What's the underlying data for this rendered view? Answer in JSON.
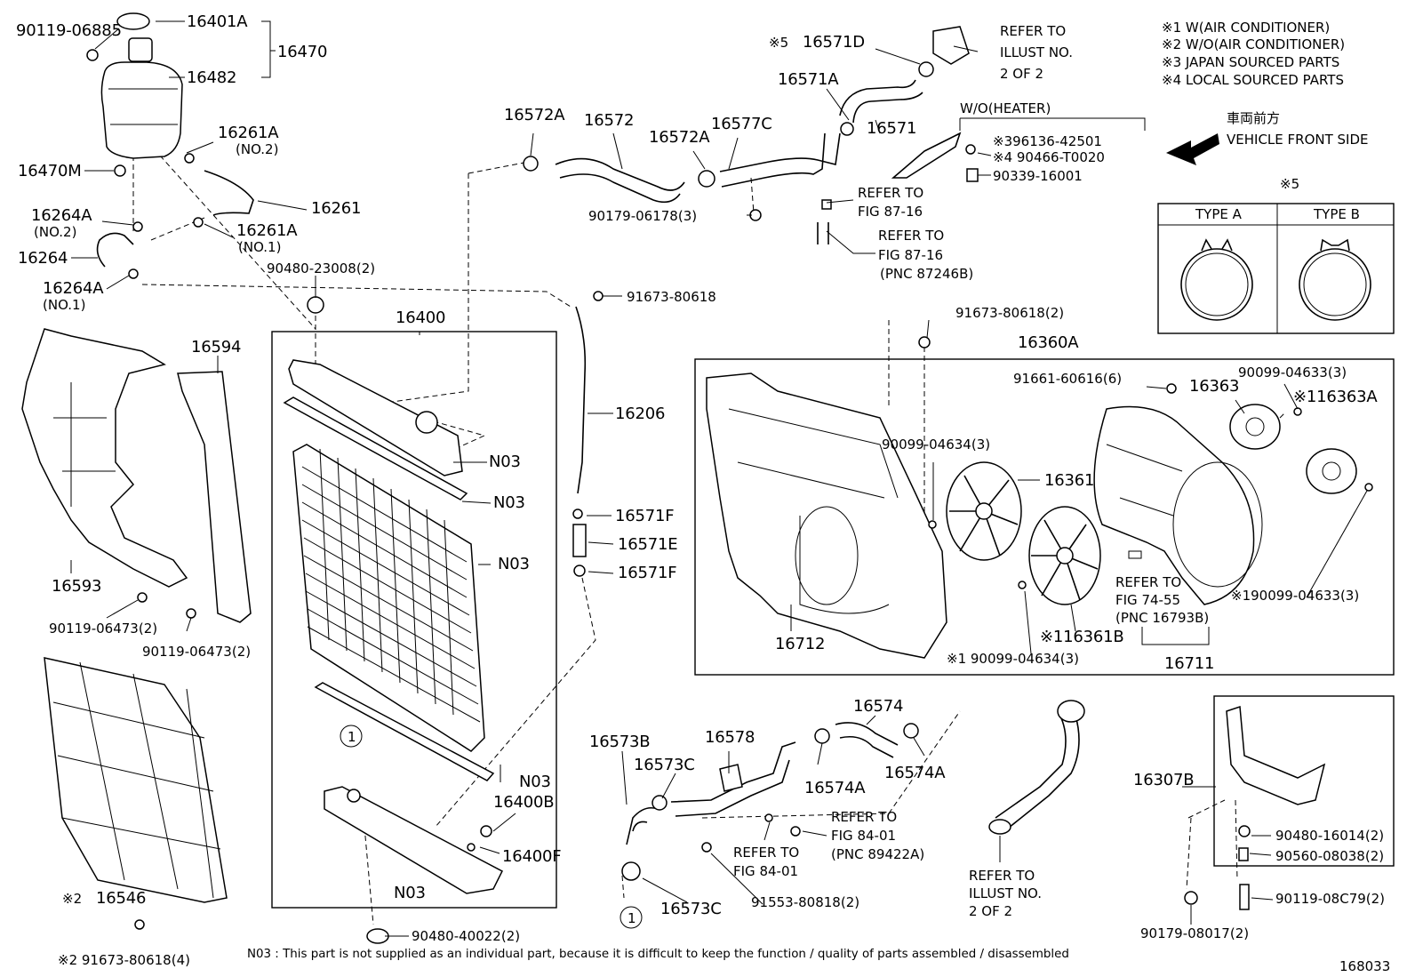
{
  "labels": {
    "p_90119_06885": "90119-06885",
    "p_16401A": "16401A",
    "p_16470": "16470",
    "p_16482": "16482",
    "p_16261A_1": "16261A",
    "p_no2_a": "(NO.2)",
    "p_16470M": "16470M",
    "p_16264A_1": "16264A",
    "p_no2_b": "(NO.2)",
    "p_16264": "16264",
    "p_16264A_2": "16264A",
    "p_no1_a": "(NO.1)",
    "p_16261": "16261",
    "p_16261A_2": "16261A",
    "p_no1_b": "(NO.1)",
    "p_90480_23008": "90480-23008(2)",
    "p_16572A_1": "16572A",
    "p_16572": "16572",
    "p_16572A_2": "16572A",
    "p_16577C": "16577C",
    "p_90179_06178": "90179-06178(3)",
    "p_ref5": "※5",
    "p_16571D": "16571D",
    "p_16571A": "16571A",
    "p_16571": "16571",
    "p_refer_illust1_a": "REFER TO",
    "p_refer_illust1_b": "ILLUST NO.",
    "p_refer_illust1_c": "2 OF 2",
    "p_wo_heater": "W/O(HEATER)",
    "p_96136": "※396136-42501",
    "p_90466": "※4 90466-T0020",
    "p_90339": "90339-16001",
    "p_ref8716a_a": "REFER TO",
    "p_ref8716a_b": "FIG 87-16",
    "p_ref8716b_a": "REFER TO",
    "p_ref8716b_b": "FIG 87-16",
    "p_ref8716b_c": "(PNC 87246B)",
    "p_note1": "※1 W(AIR CONDITIONER)",
    "p_note2": "※2 W/O(AIR CONDITIONER)",
    "p_note3": "※3 JAPAN SOURCED PARTS",
    "p_note4": "※4 LOCAL SOURCED PARTS",
    "p_jp_front": "車両前方",
    "p_vehicle_front": "VEHICLE FRONT SIDE",
    "p_star5_types": "※5",
    "p_type_a": "TYPE A",
    "p_type_b": "TYPE B",
    "p_91673_80618_a": "91673-80618",
    "p_16400": "16400",
    "p_16594": "16594",
    "p_16206": "16206",
    "p_n03_1": "N03",
    "p_n03_2": "N03",
    "p_n03_3": "N03",
    "p_16571F_1": "16571F",
    "p_16571E": "16571E",
    "p_16571F_2": "16571F",
    "p_16593": "16593",
    "p_90119_06473_a": "90119-06473(2)",
    "p_90119_06473_b": "90119-06473(2)",
    "p_91673_80618_2": "91673-80618(2)",
    "p_16360A": "16360A",
    "p_91661": "91661-60616(6)",
    "p_16363": "16363",
    "p_90099_04633_a": "90099-04633(3)",
    "p_16363A": "※116363A",
    "p_90099_04634_a": "90099-04634(3)",
    "p_16361": "16361",
    "p_ref7455_a": "REFER TO",
    "p_ref7455_b": "FIG 74-55",
    "p_ref7455_c": "(PNC 16793B)",
    "p_90099_04633_b": "※190099-04633(3)",
    "p_16712": "16712",
    "p_16361B": "※116361B",
    "p_90099_04634_b": "※1 90099-04634(3)",
    "p_16711": "16711",
    "p_n03_4": "N03",
    "p_16400B": "16400B",
    "p_16400F": "16400F",
    "p_n03_5": "N03",
    "p_circle1_a": "1",
    "p_circle1_b": "1",
    "p_16573B": "16573B",
    "p_16578": "16578",
    "p_16573C_1": "16573C",
    "p_16574": "16574",
    "p_16574A_1": "16574A",
    "p_16574A_2": "16574A",
    "p_ref8401a_a": "REFER TO",
    "p_ref8401a_b": "FIG 84-01",
    "p_ref8401a_c": "(PNC 89422A)",
    "p_ref8401b_a": "REFER TO",
    "p_ref8401b_b": "FIG 84-01",
    "p_91553": "91553-80818(2)",
    "p_16573C_2": "16573C",
    "p_refer_illust2_a": "REFER TO",
    "p_refer_illust2_b": "ILLUST NO.",
    "p_refer_illust2_c": "2 OF 2",
    "p_16307B": "16307B",
    "p_90480_16014": "90480-16014(2)",
    "p_90560_08038": "90560-08038(2)",
    "p_90119_08C79": "90119-08C79(2)",
    "p_90179_08017": "90179-08017(2)",
    "p_16546_star": "※2",
    "p_16546": "16546",
    "p_91673_80618_4": "※2 91673-80618(4)",
    "p_90480_40022": "90480-40022(2)",
    "p_footnote": "N03 : This part is not supplied as an individual part, because it is difficult to keep the function / quality of parts assembled / disassembled",
    "p_figno": "168033"
  }
}
